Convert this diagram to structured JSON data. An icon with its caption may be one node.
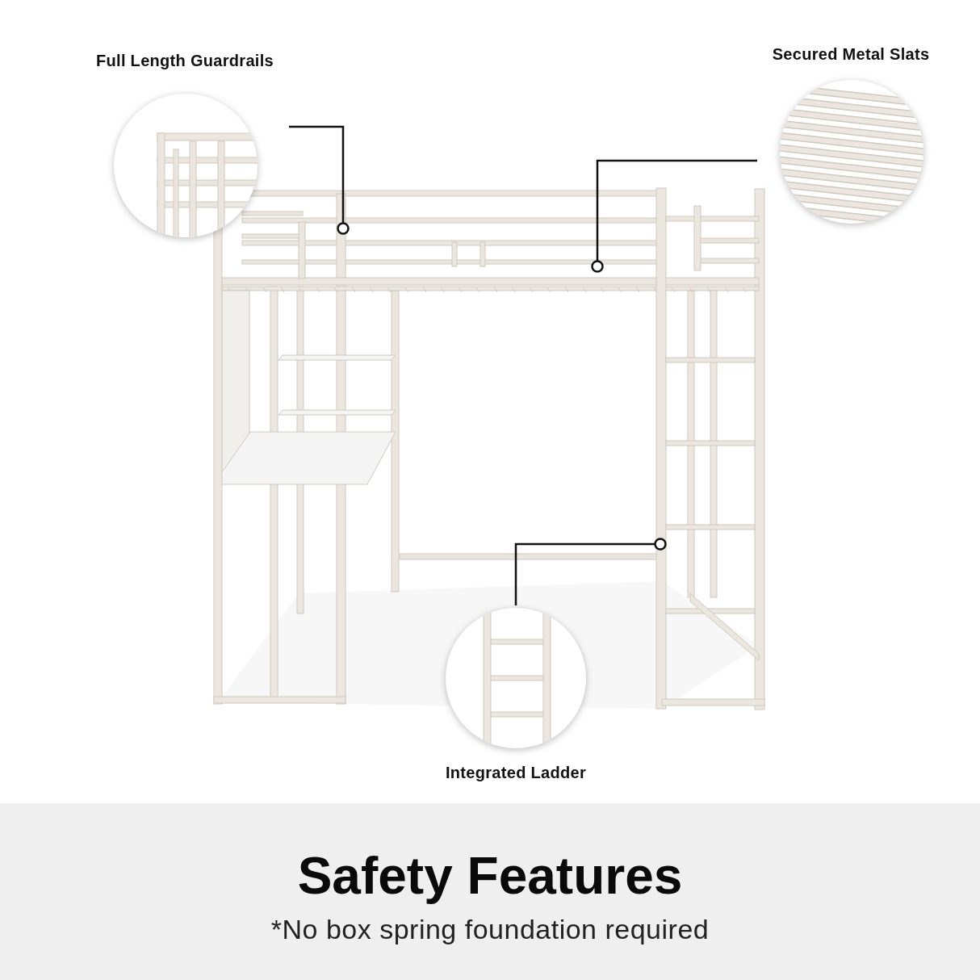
{
  "diagram": {
    "title": "Safety Features",
    "caption": "*No box spring foundation required",
    "nodes": [
      {
        "text": [
          "Full Length Guardrails"
        ]
      },
      {
        "text": [
          "Secured Metal Slats"
        ]
      },
      {
        "text": [
          "Integrated Ladder"
        ]
      }
    ],
    "edges": [
      {
        "from": 0,
        "to": null,
        "arrow": "other"
      },
      {
        "from": 1,
        "to": null,
        "arrow": "other"
      },
      {
        "from": 2,
        "to": null,
        "arrow": "other"
      }
    ]
  }
}
